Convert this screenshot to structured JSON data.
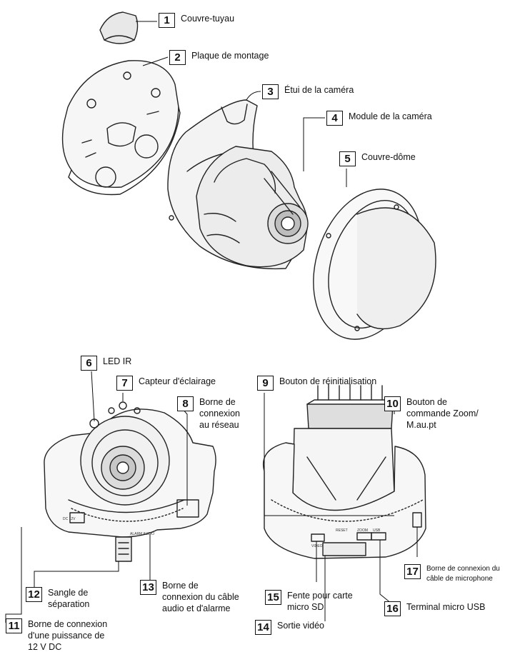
{
  "top_parts": [
    {
      "id": "cap",
      "number": "1",
      "label": "Couvre-tuyau"
    },
    {
      "id": "plate",
      "number": "2",
      "label": "Plaque de montage"
    },
    {
      "id": "housing",
      "number": "3",
      "label": "Étui de la caméra"
    },
    {
      "id": "module",
      "number": "4",
      "label": "Module de la caméra"
    },
    {
      "id": "dome",
      "number": "5",
      "label": "Couvre-dôme"
    }
  ],
  "bottom_left_parts": [
    {
      "id": "led",
      "number": "6",
      "label": "LED IR"
    },
    {
      "id": "sensor",
      "number": "7",
      "label": "Capteur d'éclairage"
    },
    {
      "id": "network",
      "number": "8",
      "label": "Borne de\nconnexion\nau réseau"
    },
    {
      "id": "strap",
      "number": "12",
      "label": "Sangle de\nséparation"
    },
    {
      "id": "audio-alarm",
      "number": "13",
      "label": "Borne de\nconnexion du câble\naudio et d'alarme"
    },
    {
      "id": "power",
      "number": "11",
      "label": "Borne de connexion\nd'une puissance de\n12 V DC"
    }
  ],
  "bottom_right_parts": [
    {
      "id": "reset",
      "number": "9",
      "label": "Bouton de réinitialisation"
    },
    {
      "id": "zoom",
      "number": "10",
      "label": "Bouton de\ncommande Zoom/\nM.au.pt"
    },
    {
      "id": "mic",
      "number": "17",
      "label": "Borne de connexion du\ncâble de microphone"
    },
    {
      "id": "sd",
      "number": "15",
      "label": "Fente pour carte\nmicro SD"
    },
    {
      "id": "usb",
      "number": "16",
      "label": "Terminal micro USB"
    },
    {
      "id": "video",
      "number": "14",
      "label": "Sortie vidéo"
    }
  ],
  "device_markings": {
    "alarm_audio": "ALARM AUDIO",
    "dc": "DC 12V",
    "video": "VIDEO",
    "reset": "RESET",
    "usb": "USB",
    "zoom": "ZOOM"
  }
}
